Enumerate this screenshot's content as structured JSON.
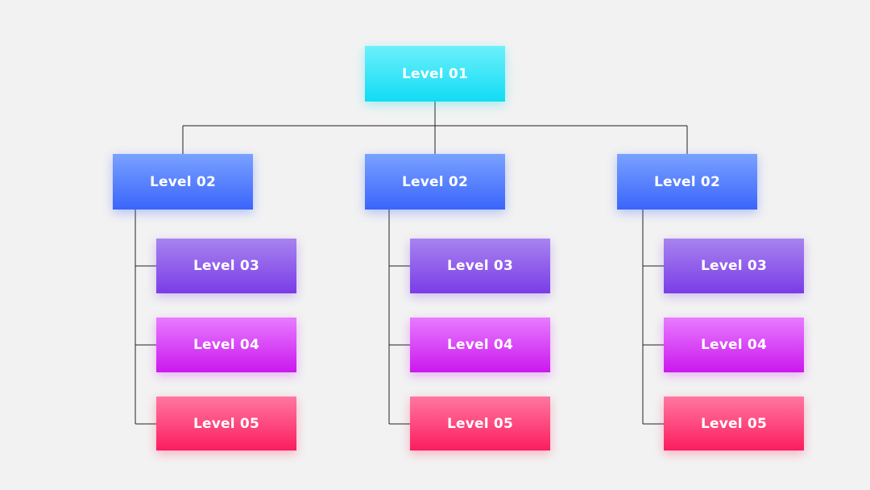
{
  "colors": {
    "level_01": "#11dcf4",
    "level_02": "#3a65fb",
    "level_03": "#7a3de6",
    "level_04": "#cb18ee",
    "level_05": "#fb1d5e",
    "connector": "#222222",
    "background": "#f2f2f2"
  },
  "root": {
    "label": "Level 01"
  },
  "branches": [
    {
      "label": "Level 02",
      "children": [
        {
          "label": "Level 03"
        },
        {
          "label": "Level 04"
        },
        {
          "label": "Level 05"
        }
      ]
    },
    {
      "label": "Level 02",
      "children": [
        {
          "label": "Level 03"
        },
        {
          "label": "Level 04"
        },
        {
          "label": "Level 05"
        }
      ]
    },
    {
      "label": "Level 02",
      "children": [
        {
          "label": "Level 03"
        },
        {
          "label": "Level 04"
        },
        {
          "label": "Level 05"
        }
      ]
    }
  ]
}
